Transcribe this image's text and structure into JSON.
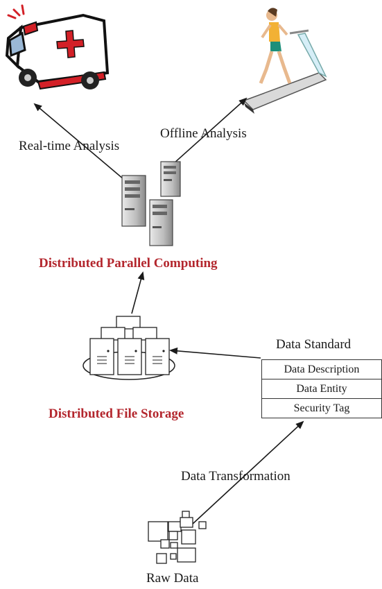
{
  "labels": {
    "realtime": "Real-time Analysis",
    "offline": "Offline Analysis",
    "parallel": "Distributed Parallel Computing",
    "storage": "Distributed File Storage",
    "standard_title": "Data Standard",
    "transformation": "Data Transformation",
    "raw": "Raw Data"
  },
  "standard_rows": [
    "Data Description",
    "Data Entity",
    "Security Tag"
  ],
  "colors": {
    "accent_red": "#b3262d",
    "ambulance_red": "#d32027",
    "line": "#1a1a1a"
  },
  "icons": [
    "ambulance-icon",
    "treadmill-runner-icon",
    "server-tower-icon",
    "file-storage-cluster-icon",
    "raw-data-squares-icon"
  ]
}
